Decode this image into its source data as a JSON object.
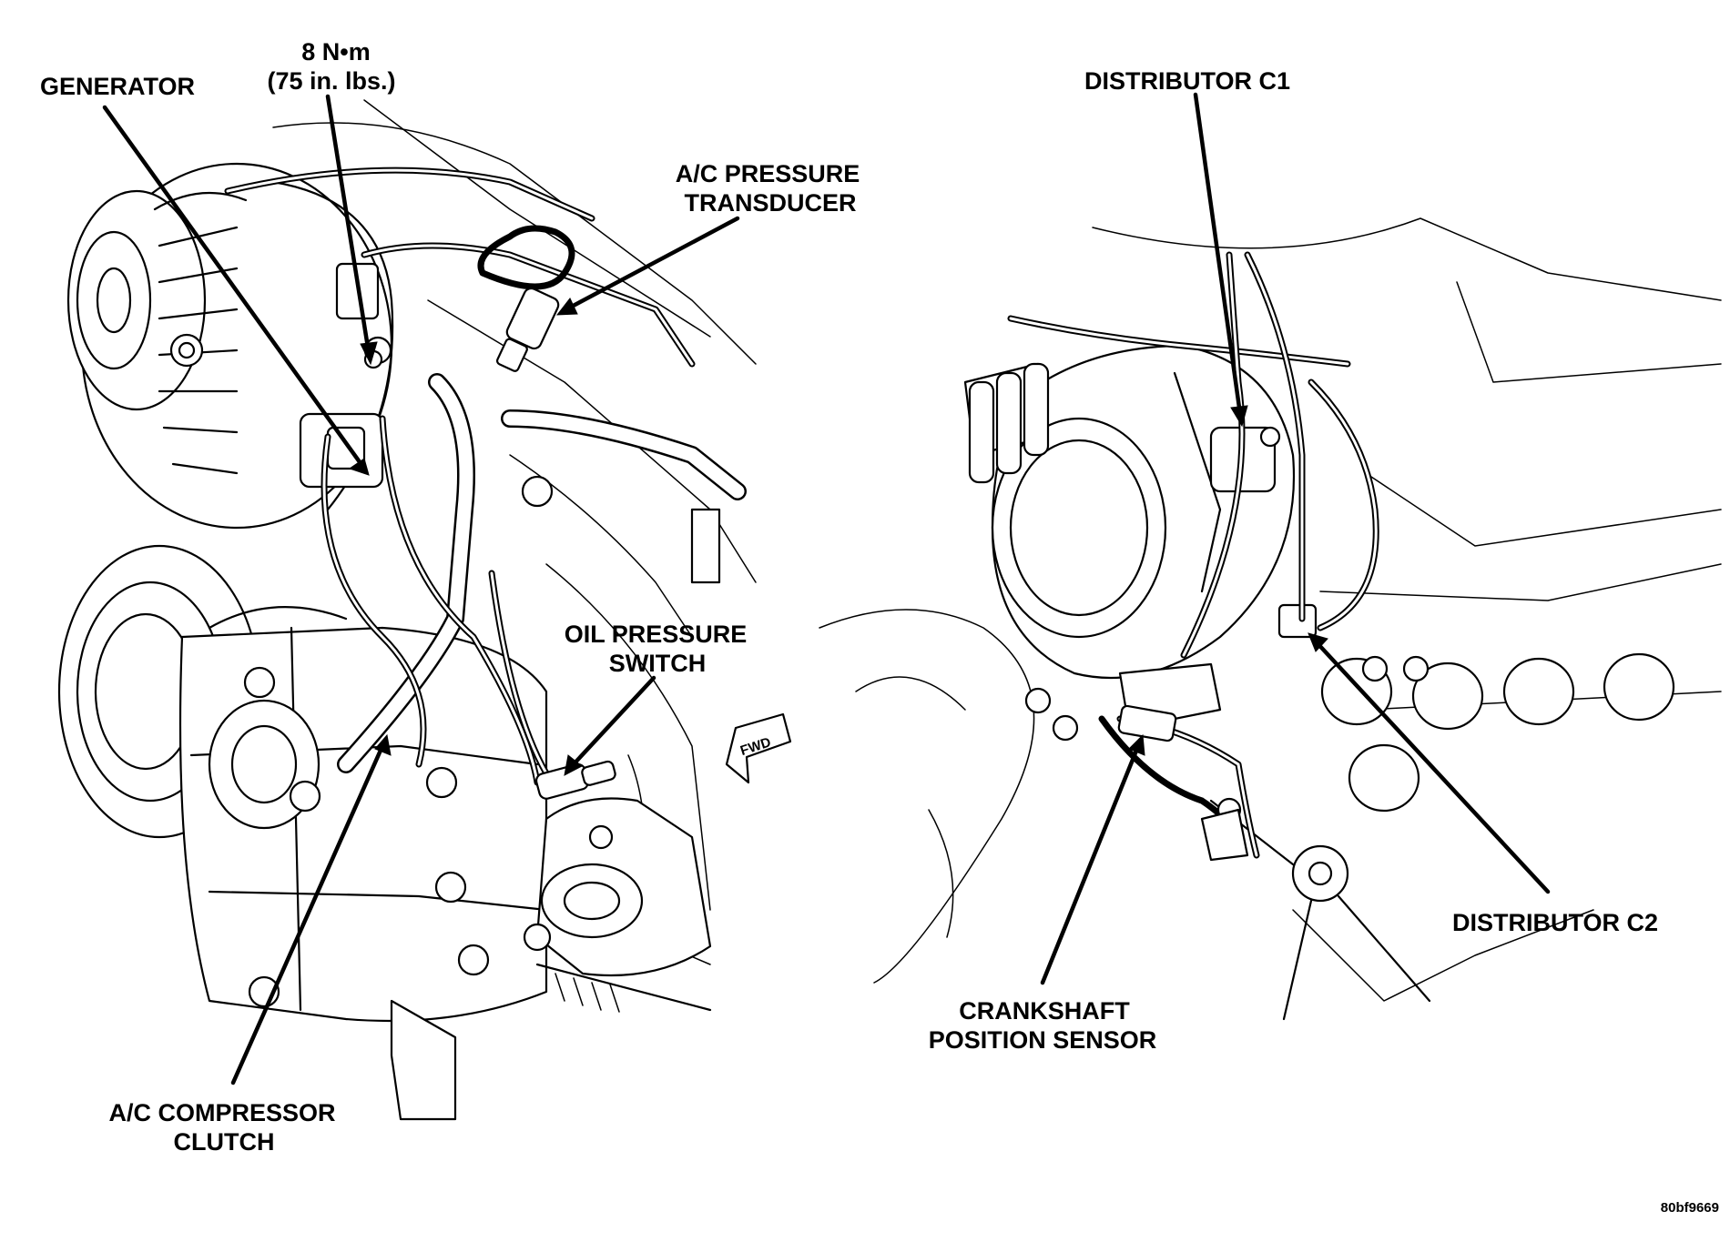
{
  "labels": {
    "generator": "GENERATOR",
    "torque_line1": "8 N•m",
    "torque_line2": "(75 in. lbs.)",
    "ac_transducer_line1": "A/C PRESSURE",
    "ac_transducer_line2": "TRANSDUCER",
    "oil_switch_line1": "OIL PRESSURE",
    "oil_switch_line2": "SWITCH",
    "ac_clutch_line1": "A/C COMPRESSOR",
    "ac_clutch_line2": "CLUTCH",
    "distributor_c1": "DISTRIBUTOR C1",
    "distributor_c2": "DISTRIBUTOR C2",
    "crank_line1": "CRANKSHAFT",
    "crank_line2": "POSITION SENSOR",
    "fwd": "FWD",
    "figure_code": "80bf9669"
  }
}
